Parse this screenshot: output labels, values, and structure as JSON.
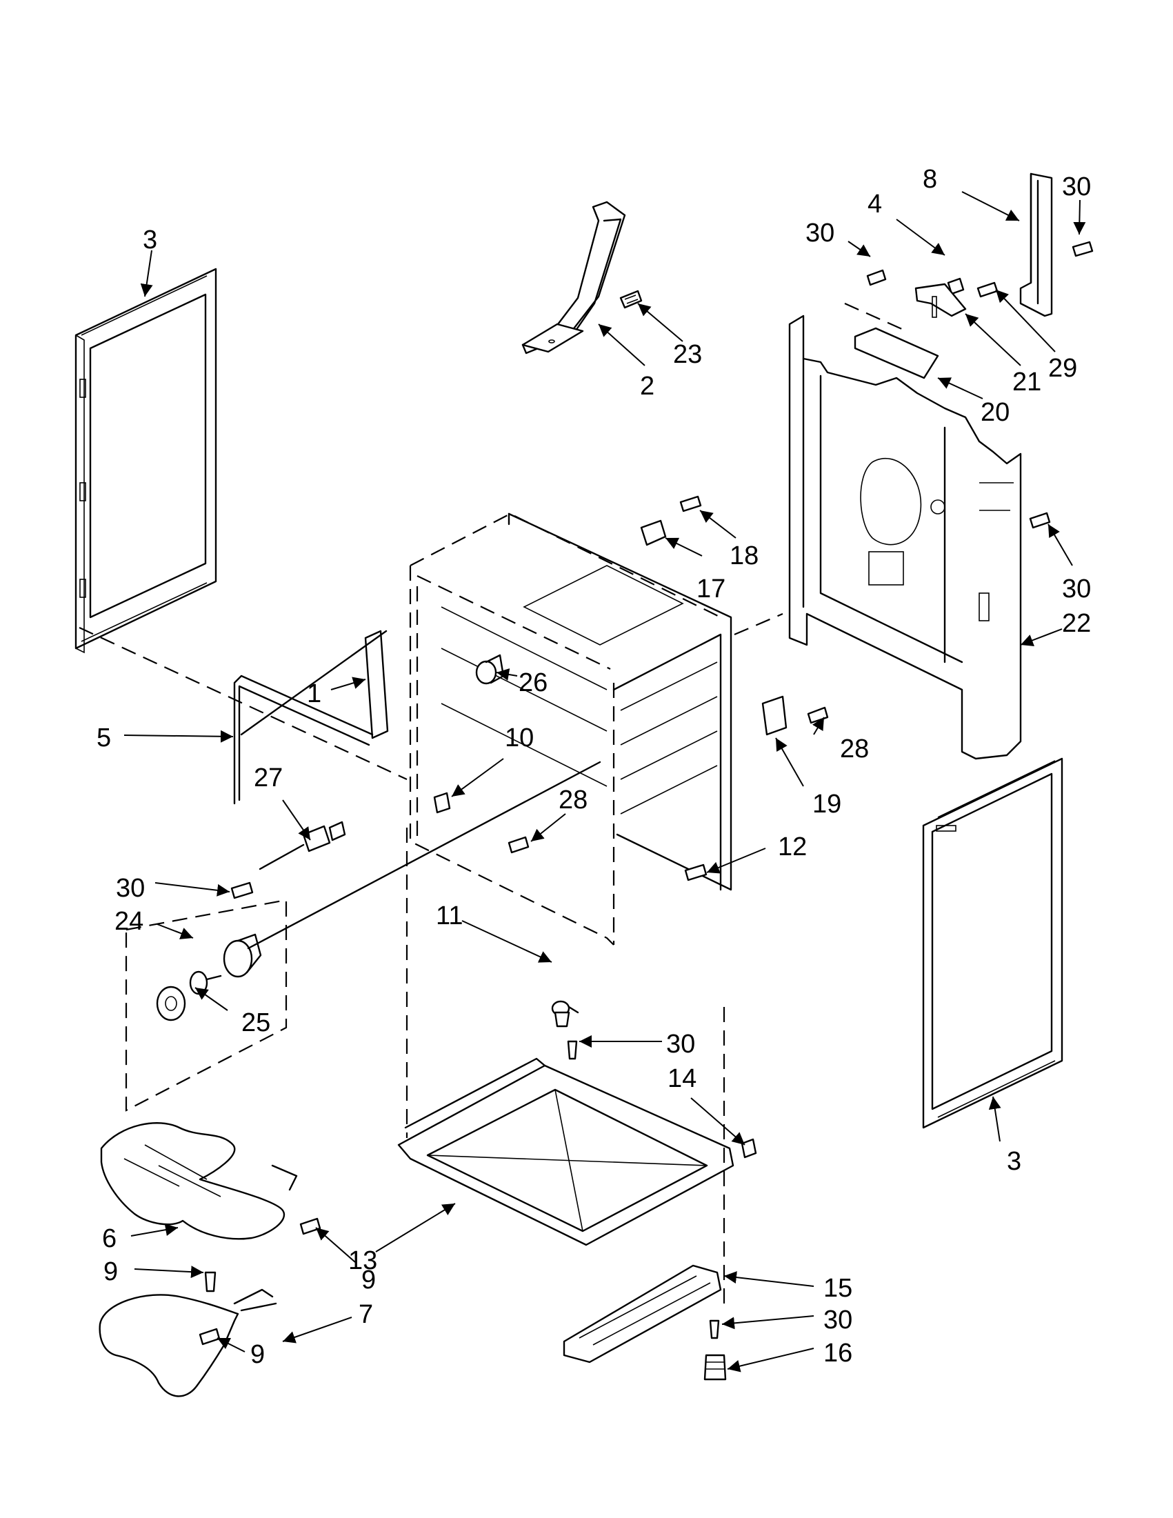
{
  "callouts": [
    {
      "id": "c3a",
      "label": "3"
    },
    {
      "id": "c2",
      "label": "2"
    },
    {
      "id": "c23",
      "label": "23"
    },
    {
      "id": "c8",
      "label": "8"
    },
    {
      "id": "c30a",
      "label": "30"
    },
    {
      "id": "c4",
      "label": "4"
    },
    {
      "id": "c30b",
      "label": "30"
    },
    {
      "id": "c29",
      "label": "29"
    },
    {
      "id": "c21",
      "label": "21"
    },
    {
      "id": "c20",
      "label": "20"
    },
    {
      "id": "c18",
      "label": "18"
    },
    {
      "id": "c17",
      "label": "17"
    },
    {
      "id": "c30c",
      "label": "30"
    },
    {
      "id": "c22",
      "label": "22"
    },
    {
      "id": "c1",
      "label": "1"
    },
    {
      "id": "c26",
      "label": "26"
    },
    {
      "id": "c5",
      "label": "5"
    },
    {
      "id": "c10",
      "label": "10"
    },
    {
      "id": "c27",
      "label": "27"
    },
    {
      "id": "c28a",
      "label": "28"
    },
    {
      "id": "c28b",
      "label": "28"
    },
    {
      "id": "c19",
      "label": "19"
    },
    {
      "id": "c12",
      "label": "12"
    },
    {
      "id": "c30d",
      "label": "30"
    },
    {
      "id": "c24",
      "label": "24"
    },
    {
      "id": "c11",
      "label": "11"
    },
    {
      "id": "c25",
      "label": "25"
    },
    {
      "id": "c30e",
      "label": "30"
    },
    {
      "id": "c14",
      "label": "14"
    },
    {
      "id": "c3b",
      "label": "3"
    },
    {
      "id": "c6",
      "label": "6"
    },
    {
      "id": "c13",
      "label": "13"
    },
    {
      "id": "c9a",
      "label": "9"
    },
    {
      "id": "c9b",
      "label": "9"
    },
    {
      "id": "c15",
      "label": "15"
    },
    {
      "id": "c7",
      "label": "7"
    },
    {
      "id": "c30f",
      "label": "30"
    },
    {
      "id": "c9c",
      "label": "9"
    },
    {
      "id": "c16",
      "label": "16"
    }
  ]
}
